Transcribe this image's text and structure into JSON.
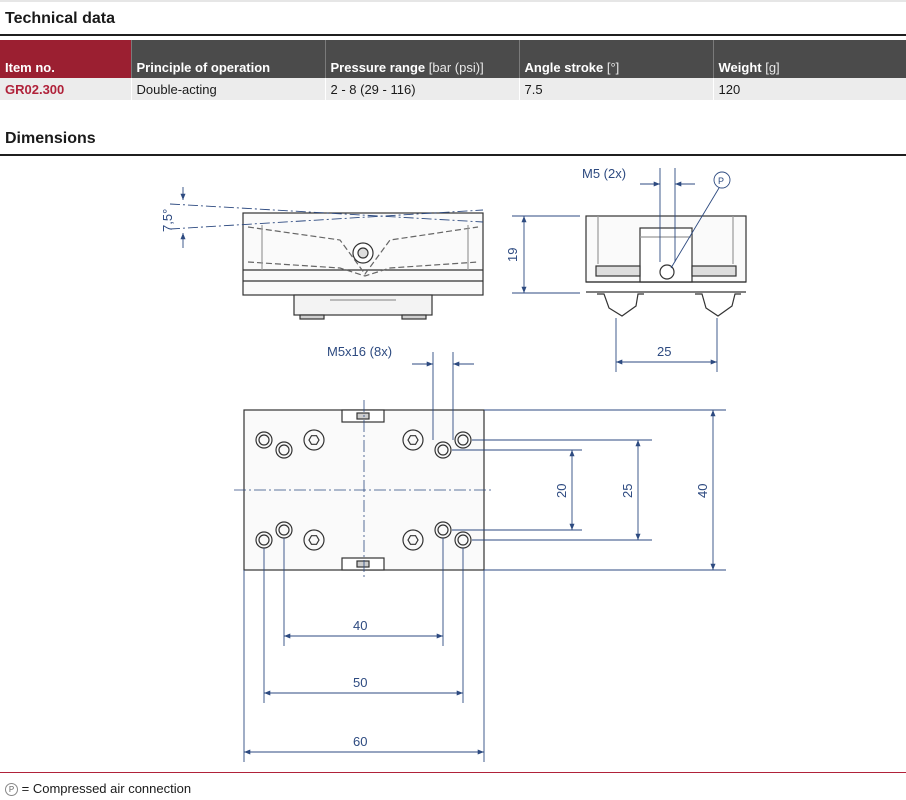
{
  "technical_data": {
    "title": "Technical data",
    "columns": [
      {
        "label": "Item no.",
        "unit": ""
      },
      {
        "label": "Principle of operation",
        "unit": ""
      },
      {
        "label": "Pressure range",
        "unit": "[bar (psi)]"
      },
      {
        "label": "Angle stroke",
        "unit": "[°]"
      },
      {
        "label": "Weight",
        "unit": "[g]"
      }
    ],
    "row": {
      "item_no": "GR02.300",
      "principle": "Double-acting",
      "pressure": "2 - 8 (29 - 116)",
      "angle": "7.5",
      "weight": "120"
    }
  },
  "dimensions": {
    "title": "Dimensions",
    "labels": {
      "angle": "7,5°",
      "m5_2x": "M5 (2x)",
      "p_symbol": "P",
      "height_19": "19",
      "width_25_side": "25",
      "m5x16": "M5x16 (8x)",
      "dim_20": "20",
      "dim_25": "25",
      "dim_40_v": "40",
      "dim_40_h": "40",
      "dim_50": "50",
      "dim_60": "60"
    }
  },
  "footer": {
    "symbol": "P",
    "note": "= Compressed air connection"
  },
  "colors": {
    "accent_red": "#9b1f31",
    "item_red": "#b0223a",
    "header_gray": "#4b4b4b",
    "dimension_blue": "#2d4a80"
  }
}
